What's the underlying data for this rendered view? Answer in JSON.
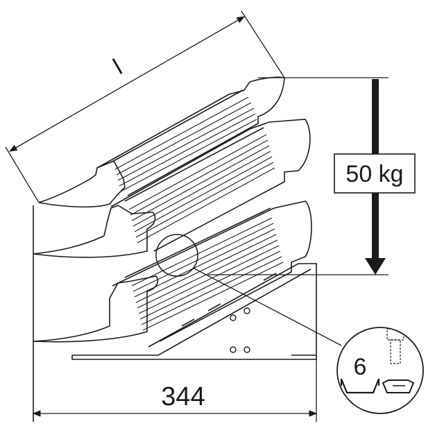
{
  "dimensions": {
    "length_label": "l",
    "width_label": "344",
    "load_label": "50 kg",
    "detail_label": "6"
  },
  "colors": {
    "line": "#1a1a1a",
    "background": "#ffffff"
  },
  "icons": {
    "load_arrow": "down-arrow-icon",
    "dimension_arrows": "double-arrow-icon"
  }
}
